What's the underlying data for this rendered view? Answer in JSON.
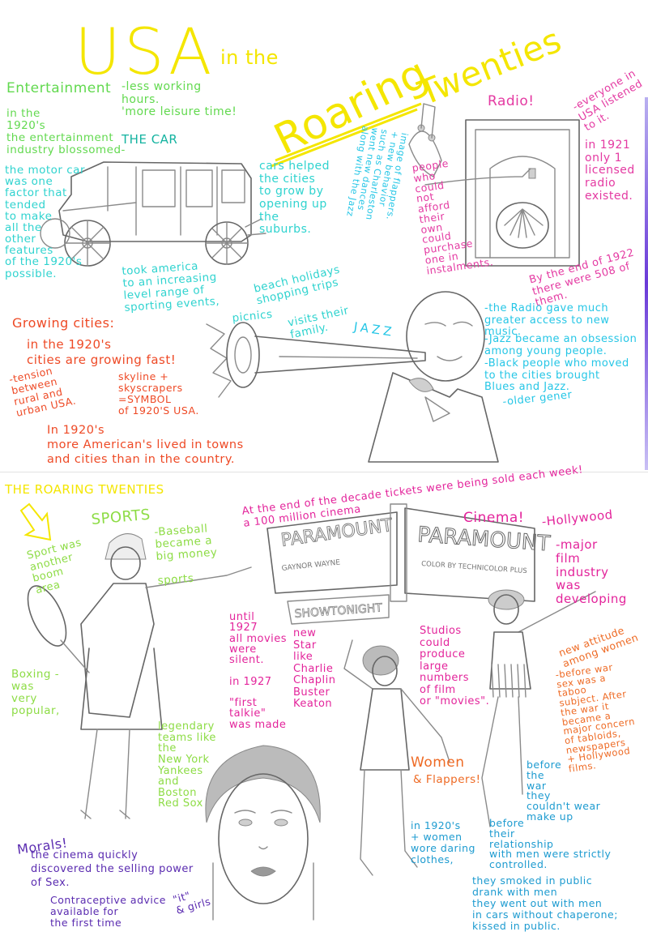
{
  "colors": {
    "title": "#f4e600",
    "entertainment": "#62d94f",
    "car": "#2fd3cf",
    "radio": "#e43aa2",
    "cities": "#ee4a26",
    "jazz": "#25c6e6",
    "sports": "#8ddc45",
    "cinema": "#e3249b",
    "women": "#ee6a24",
    "women_details": "#1d9bd0",
    "morals": "#5a2bb0"
  },
  "title": {
    "usa": "USA",
    "in_the": "in the",
    "roaring": "Roaring",
    "twenties": "Twenties"
  },
  "entertainment": {
    "heading": "Entertainment",
    "leisure": "-less working\n      hours.\n'more leisure time!",
    "blossomed": "in the\n1920's\nthe entertainment\nindustry blossomed-"
  },
  "car": {
    "heading": "THE CAR",
    "motor_car": "the motor car\n was one\n  factor that\ntended\nto make\nall the\nother\nfeatures\nof the 1920's\n   possible.",
    "cities": "cars helped\nthe cities\nto grow by\n opening up\n the\n   suburbs.",
    "took_america": "took america\nto an increasing\n  level range of\n  sporting events,",
    "holidays": "beach holidays\nshopping trips",
    "picnics": "picnics",
    "visits": "visits their\nfamily."
  },
  "radio": {
    "heading": "Radio!",
    "everyone": "-everyone in\nUSA listened\n  to it.",
    "people": "people\nwho\ncould\nnot\nafford\ntheir\nown\ncould\npurchase\none in\ninstalments.",
    "in_1921": "in 1921\nonly 1\nlicensed\n radio\n existed.",
    "end_1922": "By the end of 1922\n there were 508 of\n           them."
  },
  "jazz": {
    "heading": "JAZZ",
    "dances": "image of flappers.\n+ new behavior\nsuch as Charleston\nwent new dances\nalong with the Jazz",
    "radio_access": "-the Radio gave much\n greater access to new music.",
    "obsession": "-Jazz became an obsession\namong young people.",
    "black_people": "-Black people  who moved\nto the  cities brought\n    Blues and Jazz.",
    "older": "-older gener"
  },
  "cities": {
    "heading": "Growing cities:",
    "growing": "in the 1920's\ncities are growing fast!",
    "tension": "-tension\n  between\n  rural and\n  urban USA.",
    "skyline": "skyline +\nskyscrapers\n =SYMBOL\n of 1920'S USA.",
    "towns": "In 1920's\nmore American's lived in towns\nand cities than in the country."
  },
  "section2": {
    "heading": "THE ROARING TWENTIES"
  },
  "sports": {
    "heading": "SPORTS",
    "boom": "Sport was\n another\n  boom\n  area",
    "baseball": "-Baseball\n became a\n big money\n\n sports",
    "boxing": "Boxing -\nwas\nvery\npopular,",
    "teams": "legendary\nteams like\nthe\nNew York\nYankees\nand\nBoston\nRed Sox"
  },
  "cinema": {
    "tickets": "At the end of the decade  tickets were being sold each week!\n  a 100 million cinema",
    "heading": "Cinema!",
    "hollywood": "-Hollywood",
    "industry": "-major\nfilm\nindustry\nwas\ndeveloping",
    "silent": "until\n1927\nall movies\n were\n silent.\n\n in 1927\n\n\"first\n talkie\"\nwas made",
    "stars": "new\nStar\n like\nCharlie\nChaplin\nBuster\n Keaton",
    "studios": "Studios\ncould\nproduce\nlarge\n numbers\n  of film\n  or \"movies\".",
    "marquee_left": "PARAMOUNT",
    "marquee_right": "PARAMOUNT",
    "names": "GAYNOR  WAYNE",
    "technicolor": "COLOR BY TECHNICOLOR PLUS",
    "showtonight": "SHOWTONIGHT"
  },
  "women": {
    "heading": "Women",
    "flappers": "& Flappers!",
    "attitude": "new attitude\namong women",
    "taboo": "-before war\n sex was a\n taboo\n subject. After\n the war it\n became a\n major concern\n of tabloids,\n newspapers\n + Hollywood\n   films.",
    "makeup": "before\nthe\nwar\nthey\ncouldn't wear\n   make up",
    "clothes": "in 1920's\n+ women\nwore daring\nclothes,",
    "relationship": "before\ntheir\nrelationship\nwith men were strictly\ncontrolled.",
    "smoked": "they smoked in public\ndrank with men\nthey went out with men\nin cars without chaperone;\n     kissed in public."
  },
  "morals": {
    "heading": "Morals!",
    "cinema": "   the cinema quickly\ndiscovered the selling power\n              of Sex.",
    "contraceptive": "Contraceptive advice\navailable for\n   the first time",
    "it_girls": "\"it\"\n& girls"
  }
}
